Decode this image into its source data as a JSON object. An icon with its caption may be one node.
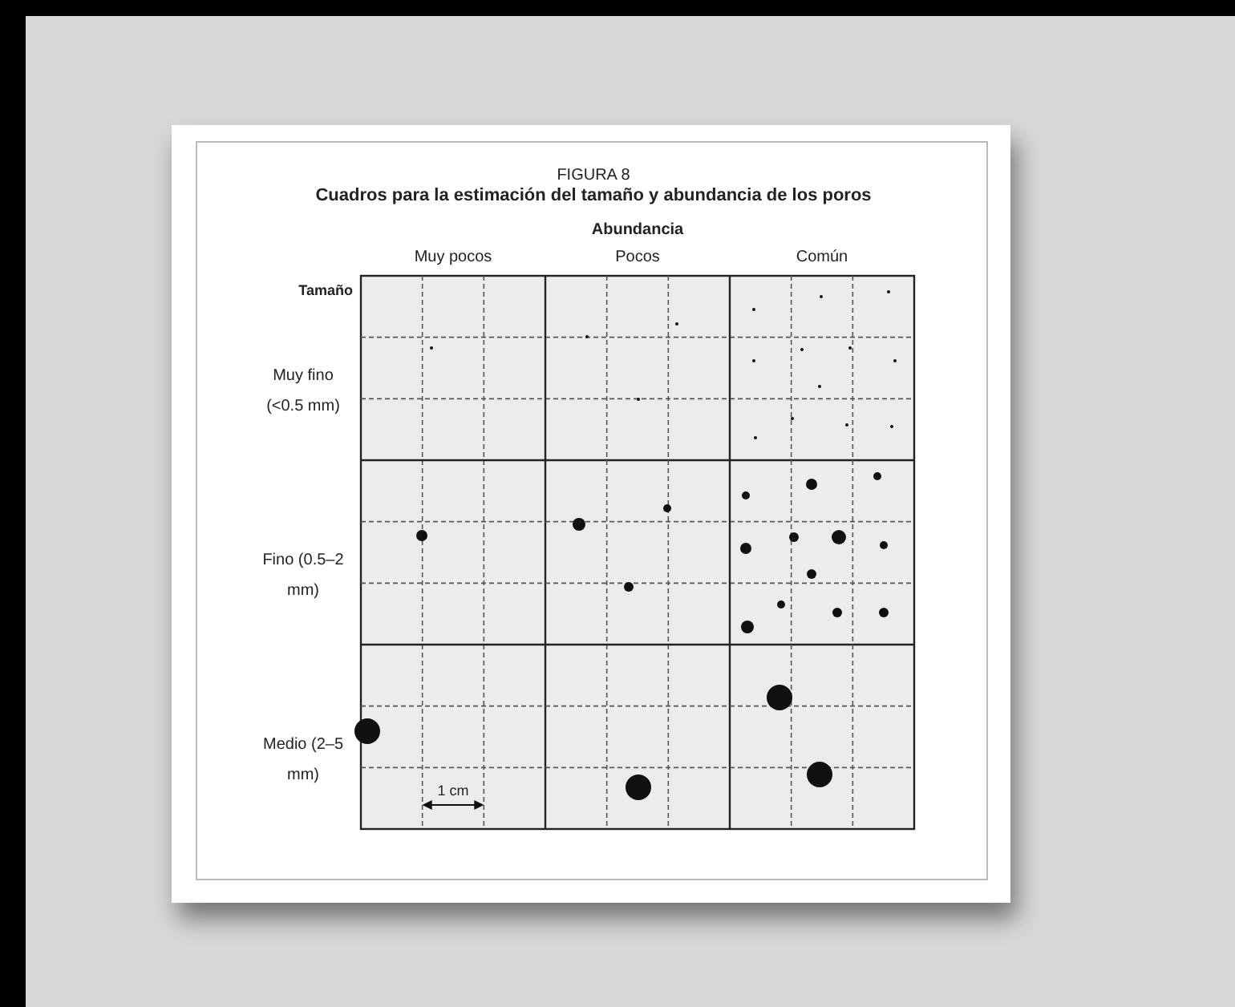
{
  "diagram": {
    "title": "Cuadros para la estimación del tamaño y abundancia de los poros",
    "labels": [
      "FIGURA 8",
      "Abundancia",
      "Muy pocos",
      "Pocos",
      "Común",
      "Tamaño",
      "Muy fino (<0.5 mm)",
      "Fino (0.5–2 mm)",
      "Medio (2–5 mm)",
      "1 cm"
    ]
  }
}
